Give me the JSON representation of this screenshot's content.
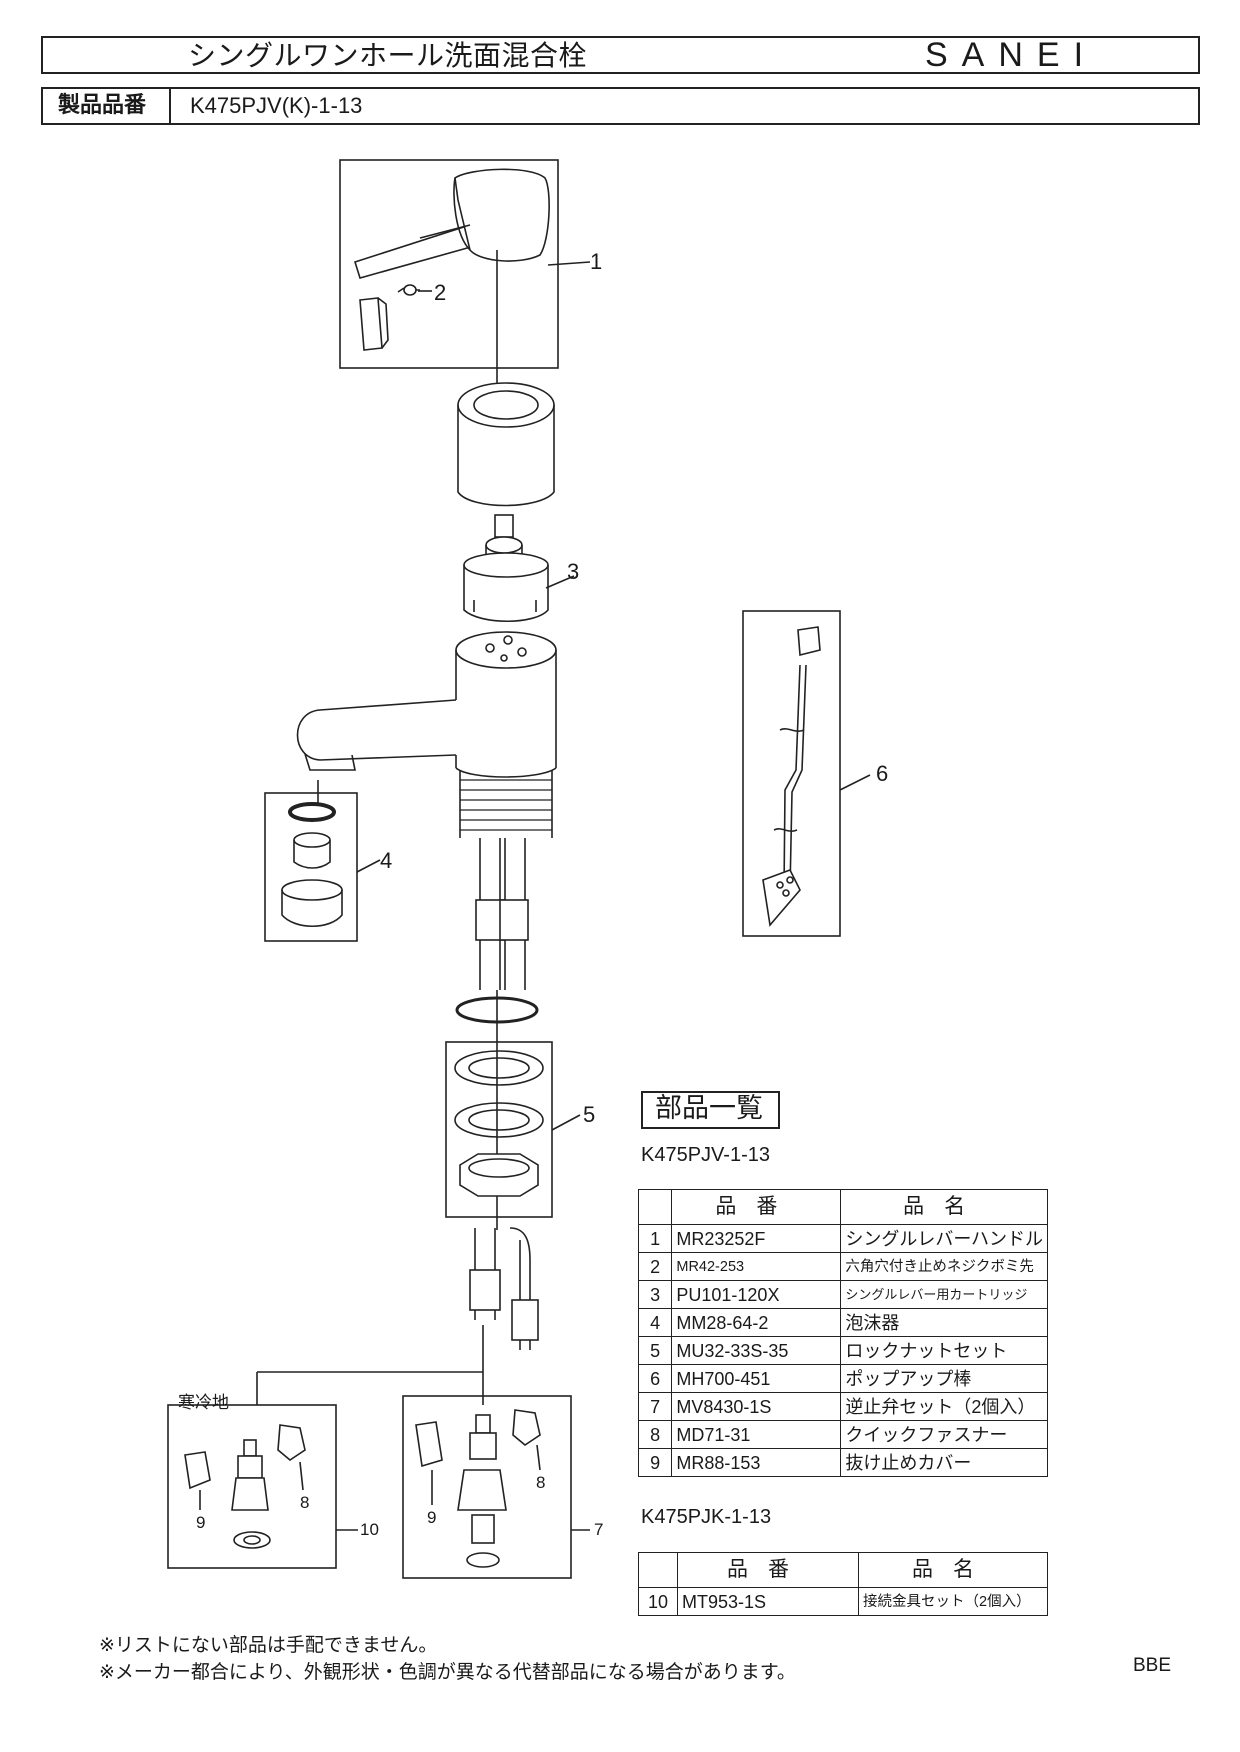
{
  "header": {
    "title": "シングルワンホール洗面混合栓",
    "brand": "SANEI",
    "model_label": "製品品番",
    "model_value": "K475PJV(K)-1-13"
  },
  "callouts": {
    "c1": "1",
    "c2": "2",
    "c3": "3",
    "c4": "4",
    "c5": "5",
    "c6": "6",
    "c7": "7",
    "c8a": "8",
    "c8b": "8",
    "c9a": "9",
    "c9b": "9",
    "c10": "10",
    "cold_region": "寒冷地"
  },
  "parts_list": {
    "title": "部品一覧",
    "table1": {
      "model": "K475PJV-1-13",
      "headers": [
        "品番",
        "品名"
      ],
      "rows": [
        {
          "no": "1",
          "part_no": "MR23252F",
          "name": "シングルレバーハンドル"
        },
        {
          "no": "2",
          "part_no": "MR42-253",
          "name": "六角穴付き止めネジクボミ先"
        },
        {
          "no": "3",
          "part_no": "PU101-120X",
          "name": "シングルレバー用カートリッジ"
        },
        {
          "no": "4",
          "part_no": "MM28-64-2",
          "name": "泡沫器"
        },
        {
          "no": "5",
          "part_no": "MU32-33S-35",
          "name": "ロックナットセット"
        },
        {
          "no": "6",
          "part_no": "MH700-451",
          "name": "ポップアップ棒"
        },
        {
          "no": "7",
          "part_no": "MV8430-1S",
          "name": "逆止弁セット（2個入）"
        },
        {
          "no": "8",
          "part_no": "MD71-31",
          "name": "クイックファスナー"
        },
        {
          "no": "9",
          "part_no": "MR88-153",
          "name": "抜け止めカバー"
        }
      ]
    },
    "table2": {
      "model": "K475PJK-1-13",
      "headers": [
        "品番",
        "品名"
      ],
      "rows": [
        {
          "no": "10",
          "part_no": "MT953-1S",
          "name": "接続金具セット（2個入）"
        }
      ]
    }
  },
  "notes": [
    "※リストにない部品は手配できません。",
    "※メーカー都合により、外観形状・色調が異なる代替部品になる場合があります。"
  ],
  "footer_code": "BBE"
}
